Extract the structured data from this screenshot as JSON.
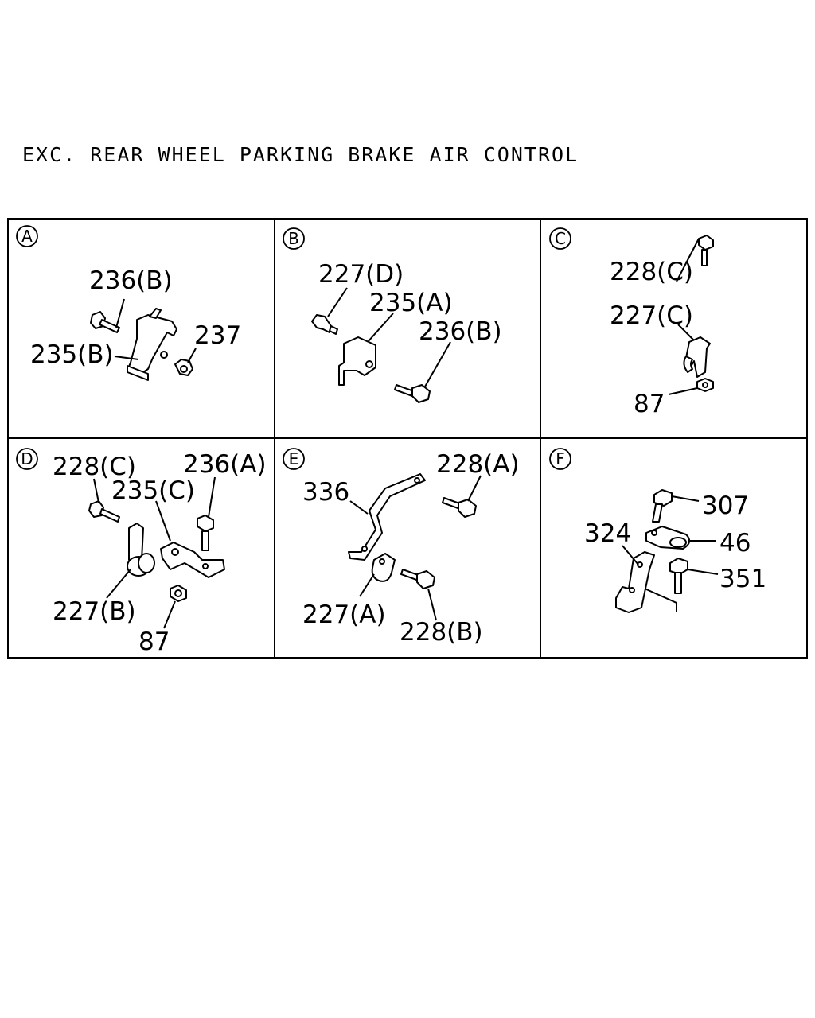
{
  "title": "EXC. REAR WHEEL PARKING BRAKE AIR CONTROL",
  "panels": [
    {
      "letter": "A",
      "labels": [
        "236(B)",
        "237",
        "235(B)"
      ]
    },
    {
      "letter": "B",
      "labels": [
        "227(D)",
        "235(A)",
        "236(B)"
      ]
    },
    {
      "letter": "C",
      "labels": [
        "228(C)",
        "227(C)",
        "87"
      ]
    },
    {
      "letter": "D",
      "labels": [
        "228(C)",
        "236(A)",
        "235(C)",
        "227(B)",
        "87"
      ]
    },
    {
      "letter": "E",
      "labels": [
        "228(A)",
        "336",
        "227(A)",
        "228(B)"
      ]
    },
    {
      "letter": "F",
      "labels": [
        "307",
        "324",
        "46",
        "351"
      ]
    }
  ]
}
